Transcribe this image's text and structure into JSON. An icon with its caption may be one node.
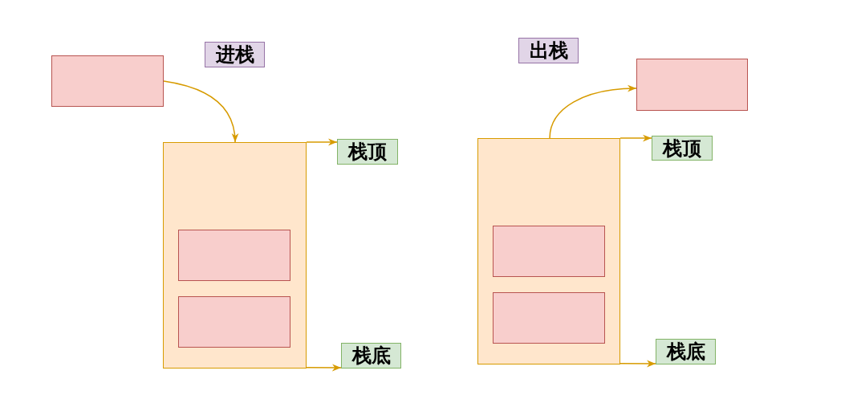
{
  "diagram": {
    "nodes": [
      {
        "text": [
          "进栈"
        ]
      },
      {
        "text": [],
        "shape": "box"
      },
      {
        "text": [],
        "shape": "box"
      },
      {
        "text": [],
        "shape": "box",
        "in": 2
      },
      {
        "text": [],
        "shape": "box",
        "in": 2
      },
      {
        "text": [
          "栈顶"
        ]
      },
      {
        "text": [
          "栈底"
        ]
      },
      {
        "text": [
          "出栈"
        ]
      },
      {
        "text": [],
        "shape": "box"
      },
      {
        "text": [],
        "shape": "box"
      },
      {
        "text": [],
        "shape": "box",
        "in": 9
      },
      {
        "text": [],
        "shape": "box",
        "in": 9
      },
      {
        "text": [
          "栈顶"
        ]
      },
      {
        "text": [
          "栈底"
        ]
      }
    ],
    "edges": [
      {
        "from": 1,
        "to": 2,
        "arrow": "to"
      },
      {
        "from": 2,
        "to": 5,
        "arrow": "to"
      },
      {
        "from": 2,
        "to": 6,
        "arrow": "to"
      },
      {
        "from": 9,
        "to": 8,
        "arrow": "to"
      },
      {
        "from": 9,
        "to": 12,
        "arrow": "to"
      },
      {
        "from": 9,
        "to": 13,
        "arrow": "to"
      }
    ]
  }
}
